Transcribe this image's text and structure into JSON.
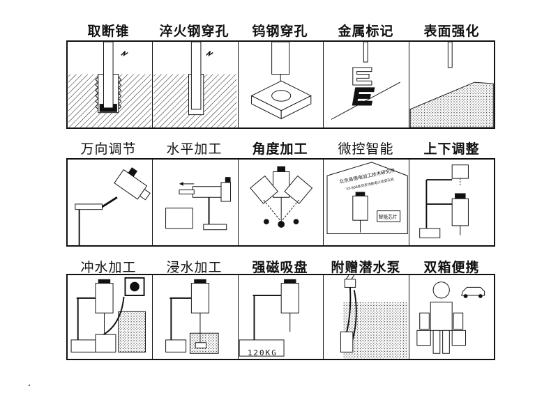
{
  "rows": [
    {
      "labels": [
        "取断锥",
        "淬火钢穿孔",
        "钨钢穿孔",
        "金属标记",
        "表面强化"
      ]
    },
    {
      "labels": [
        "万向调节",
        "水平加工",
        "角度加工",
        "微控智能",
        "上下调整"
      ]
    },
    {
      "labels": [
        "冲水加工",
        "浸水加工",
        "强磁吸盘",
        "附赠潜水泵",
        "双箱便携"
      ]
    }
  ],
  "annotations": {
    "magnet_weight": "120KG",
    "sign_line1": "北京易德电加工技术研究所",
    "sign_line2": "ST-908系列多功能电火花穿孔机",
    "chip_label": "智能芯片"
  },
  "colors": {
    "ink": "#111111",
    "paper": "#ffffff"
  }
}
